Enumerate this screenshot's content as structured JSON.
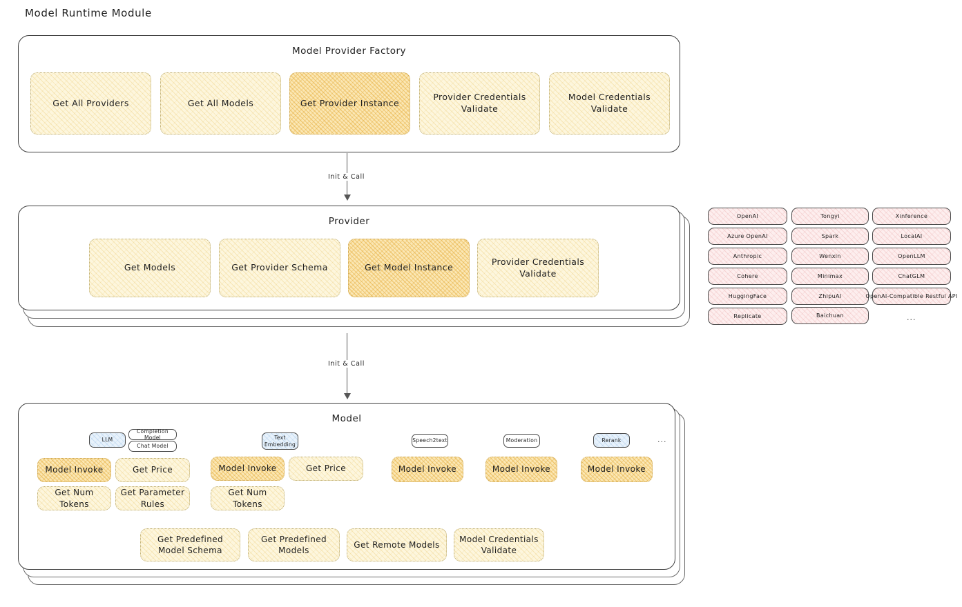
{
  "page": {
    "title": "Model Runtime Module"
  },
  "factory": {
    "title": "Model Provider Factory",
    "items": [
      {
        "label": "Get All Providers",
        "highlight": false
      },
      {
        "label": "Get All Models",
        "highlight": false
      },
      {
        "label": "Get Provider Instance",
        "highlight": true
      },
      {
        "label": "Provider Credentials Validate",
        "highlight": false
      },
      {
        "label": "Model Credentials Validate",
        "highlight": false
      }
    ]
  },
  "arrows": [
    {
      "label": "Init & Call"
    },
    {
      "label": "Init & Call"
    }
  ],
  "provider": {
    "title": "Provider",
    "items": [
      {
        "label": "Get Models",
        "highlight": false
      },
      {
        "label": "Get Provider Schema",
        "highlight": false
      },
      {
        "label": "Get Model Instance",
        "highlight": true
      },
      {
        "label": "Provider Credentials Validate",
        "highlight": false
      }
    ]
  },
  "provider_list": {
    "columns": [
      [
        "OpenAI",
        "Azure OpenAI",
        "Anthropic",
        "Cohere",
        "HuggingFace",
        "Replicate"
      ],
      [
        "Tongyi",
        "Spark",
        "Wenxin",
        "Minimax",
        "ZhipuAI",
        "Baichuan"
      ],
      [
        "Xinference",
        "LocalAI",
        "OpenLLM",
        "ChatGLM",
        "OpenAI-Compatible Restful API"
      ]
    ],
    "more": "..."
  },
  "model": {
    "title": "Model",
    "more": "...",
    "types": [
      {
        "badge": "LLM",
        "badge_style": "blue",
        "sub_badges": [
          "Completion Model",
          "Chat Model"
        ],
        "methods": [
          {
            "label": "Model Invoke",
            "highlight": true
          },
          {
            "label": "Get Price",
            "highlight": false
          },
          {
            "label": "Get Num Tokens",
            "highlight": false
          },
          {
            "label": "Get Parameter Rules",
            "highlight": false
          }
        ]
      },
      {
        "badge": "Text\nEmbedding",
        "badge_style": "blue",
        "sub_badges": [],
        "methods": [
          {
            "label": "Model Invoke",
            "highlight": true
          },
          {
            "label": "Get Price",
            "highlight": false
          },
          {
            "label": "Get Num Tokens",
            "highlight": false
          }
        ]
      },
      {
        "badge": "Speech2text",
        "badge_style": "plain",
        "sub_badges": [],
        "methods": [
          {
            "label": "Model Invoke",
            "highlight": true
          }
        ]
      },
      {
        "badge": "Moderation",
        "badge_style": "plain",
        "sub_badges": [],
        "methods": [
          {
            "label": "Model Invoke",
            "highlight": true
          }
        ]
      },
      {
        "badge": "Rerank",
        "badge_style": "blue",
        "sub_badges": [],
        "methods": [
          {
            "label": "Model Invoke",
            "highlight": true
          }
        ]
      }
    ],
    "common_methods": [
      "Get Predefined Model Schema",
      "Get Predefined Models",
      "Get Remote Models",
      "Model Credentials Validate"
    ]
  }
}
